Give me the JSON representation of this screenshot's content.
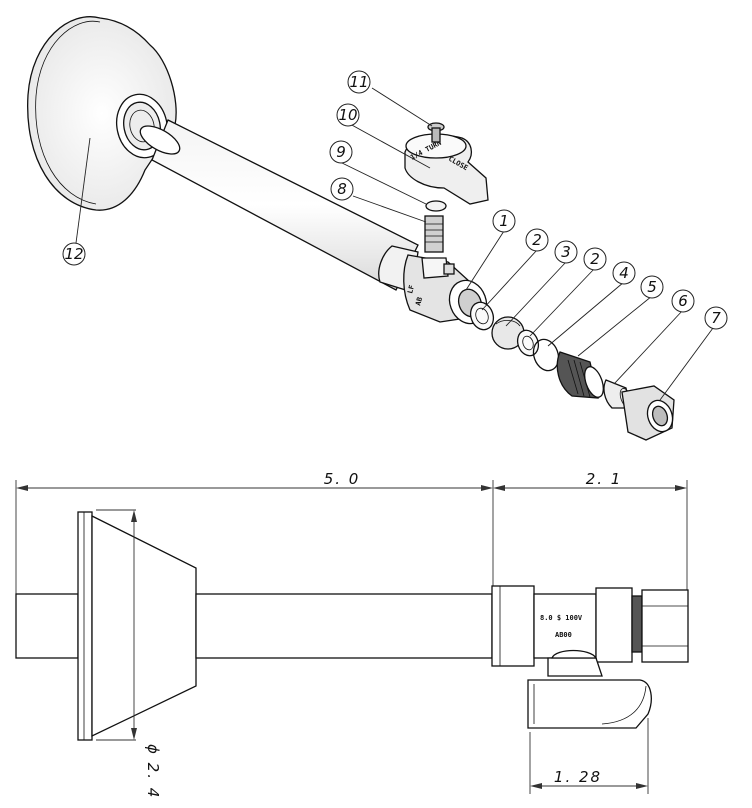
{
  "exploded_view": {
    "balloons": [
      {
        "id": "balloon-1",
        "label": "1"
      },
      {
        "id": "balloon-2a",
        "label": "2"
      },
      {
        "id": "balloon-3",
        "label": "3"
      },
      {
        "id": "balloon-2b",
        "label": "2"
      },
      {
        "id": "balloon-4",
        "label": "4"
      },
      {
        "id": "balloon-5",
        "label": "5"
      },
      {
        "id": "balloon-6",
        "label": "6"
      },
      {
        "id": "balloon-7",
        "label": "7"
      },
      {
        "id": "balloon-8",
        "label": "8"
      },
      {
        "id": "balloon-9",
        "label": "9"
      },
      {
        "id": "balloon-10",
        "label": "10"
      },
      {
        "id": "balloon-11",
        "label": "11"
      },
      {
        "id": "balloon-12",
        "label": "12"
      }
    ]
  },
  "side_view": {
    "dimensions": {
      "overall_length": "5. 0",
      "outlet_length": "2. 1",
      "flange_diameter": "ϕ 2. 4",
      "handle_width": "1. 28"
    },
    "valve_markings": {
      "line_top": "8.0  $ 100V",
      "line_bottom": "AB00"
    }
  }
}
